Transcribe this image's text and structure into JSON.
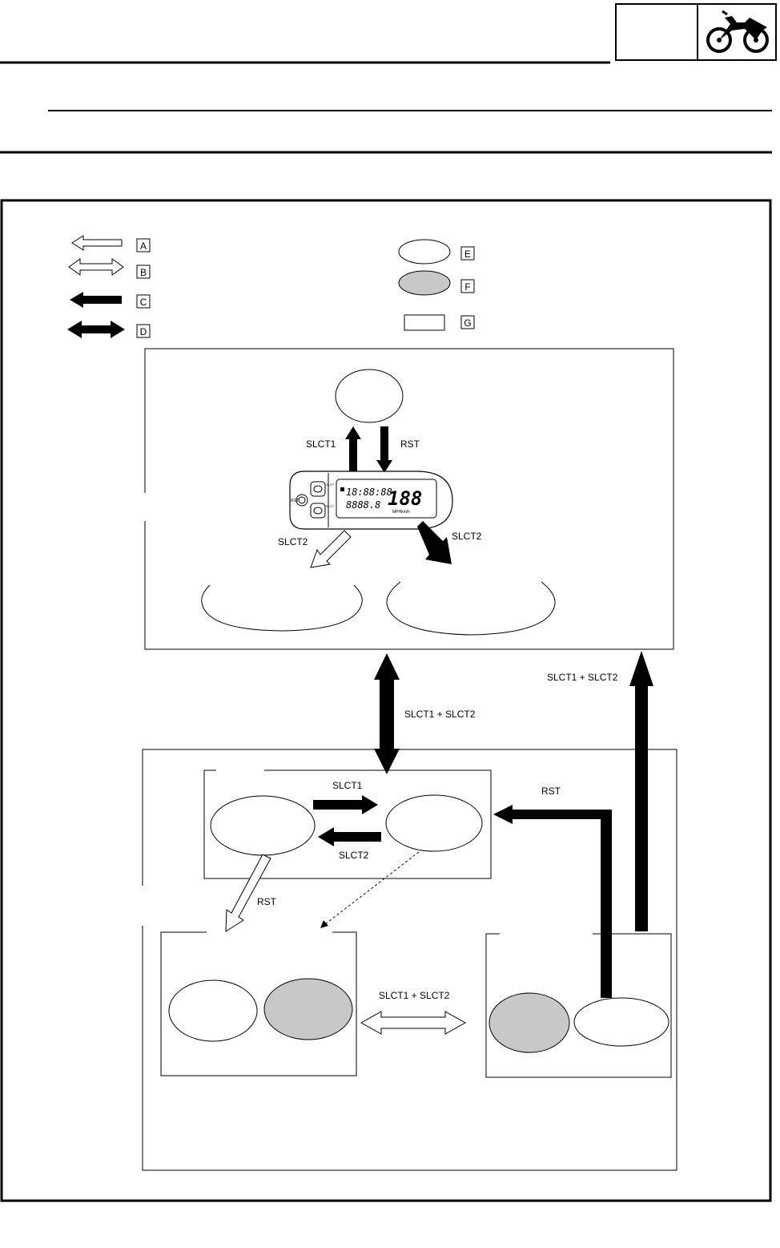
{
  "legend": {
    "arrows": [
      {
        "key": "A",
        "style": "open-left"
      },
      {
        "key": "B",
        "style": "open-double"
      },
      {
        "key": "C",
        "style": "solid-left"
      },
      {
        "key": "D",
        "style": "solid-double"
      }
    ],
    "shapes": [
      {
        "key": "E",
        "style": "white-oval"
      },
      {
        "key": "F",
        "style": "grey-oval"
      },
      {
        "key": "G",
        "style": "rectangle"
      }
    ]
  },
  "top_panel": {
    "slct1": "SLCT1",
    "rst": "RST",
    "slct2_left": "SLCT2",
    "slct2_right": "SLCT2"
  },
  "meter": {
    "upper_digits": "18:88:88",
    "lower_digits": "8888.8",
    "big_digits": "188",
    "unit_text": "MPHkm/h",
    "rst_label": "RST",
    "slct_label_1": "SLCT",
    "slct_label_2": "SLCT"
  },
  "connectors": {
    "slct1_slct2_center": "SLCT1 + SLCT2",
    "slct1_slct2_right": "SLCT1 + SLCT2"
  },
  "bottom_panel": {
    "slct1": "SLCT1",
    "slct2": "SLCT2",
    "rst_top": "RST",
    "rst_diag": "RST",
    "slct1_slct2": "SLCT1 + SLCT2"
  },
  "colors": {
    "grey_fill": "#c8c8c8",
    "line": "#000000"
  },
  "header": {
    "icon": "motorcycle-icon"
  }
}
